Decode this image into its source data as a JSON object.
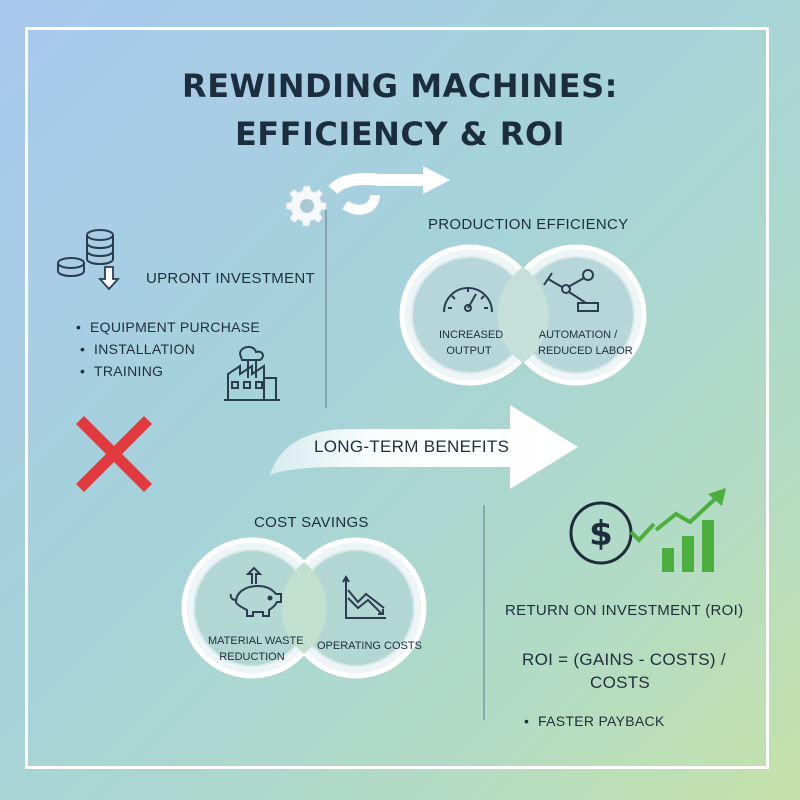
{
  "title": {
    "line1": "REWINDING MACHINES:",
    "line2": "EFFICIENCY & ROI"
  },
  "upfront": {
    "heading": "UPRONT INVESTMENT",
    "items": [
      "EQUIPMENT PURCHASE",
      "INSTALLATION",
      "TRAINING"
    ],
    "icons": [
      "coin-stack-icon",
      "down-arrow-icon",
      "factory-icon"
    ]
  },
  "production": {
    "heading": "PRODUCTION EFFICIENCY",
    "left": {
      "line1": "INCREASED",
      "line2": "OUTPUT",
      "icon": "speedometer-icon"
    },
    "right": {
      "line1": "AUTOMATION /",
      "line2": "REDUCED LABOR",
      "icon": "robot-arm-icon"
    },
    "icon": "gear-arrow-icon"
  },
  "reject_icon": "red-x-icon",
  "benefits": {
    "label": "LONG-TERM BENEFITS"
  },
  "cost": {
    "heading": "COST SAVINGS",
    "left": {
      "line1": "MATERIAL WASTE",
      "line2": "REDUCTION",
      "icon": "piggy-bank-icon"
    },
    "right": {
      "line1": "OPERATING COSTS",
      "icon": "declining-chart-icon"
    }
  },
  "roi": {
    "heading": "RETURN ON INVESTMENT (ROI)",
    "formula_line1": "ROI = (GAINS - COSTS) /",
    "formula_line2": "COSTS",
    "bullet": "FASTER PAYBACK",
    "icons": [
      "dollar-icon",
      "checkmark-icon",
      "growth-bar-chart-icon"
    ]
  },
  "colors": {
    "title": "#1b2d3f",
    "red": "#e03a3e",
    "green": "#4cae3d",
    "icon": "#2b3d50",
    "frame": "#ffffff"
  }
}
